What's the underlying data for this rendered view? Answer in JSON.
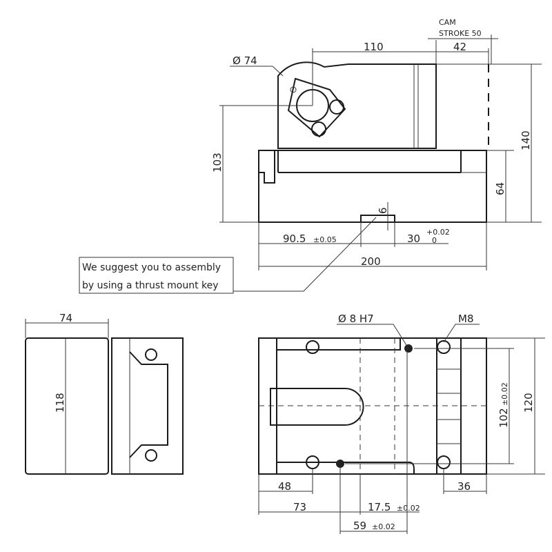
{
  "top_view": {
    "cam_label": "CAM",
    "stroke_label": "STROKE 50",
    "dim_110": "110",
    "dim_42": "42",
    "diameter_74": "Ø 74",
    "dim_140": "140",
    "dim_103": "103",
    "dim_64": "64",
    "dim_6": "6",
    "dim_90_5": "90.5",
    "tol_90_5": "±0.05",
    "dim_30": "30",
    "tol_30_upper": "+0.02",
    "tol_30_lower": "0",
    "dim_200": "200"
  },
  "callout": {
    "line1": "We suggest you to assembly",
    "line2": "by using a thrust mount key"
  },
  "side_view": {
    "dim_74": "74",
    "dim_118": "118"
  },
  "plan_view": {
    "pin_hole": "Ø  8  H7",
    "thread": "M8",
    "dim_102": "102",
    "tol_102": "±0.02",
    "dim_120": "120",
    "dim_48": "48",
    "dim_36": "36",
    "dim_73": "73",
    "dim_17_5": "17.5",
    "tol_17_5": "±0.02",
    "dim_59": "59",
    "tol_59": "±0.02"
  }
}
